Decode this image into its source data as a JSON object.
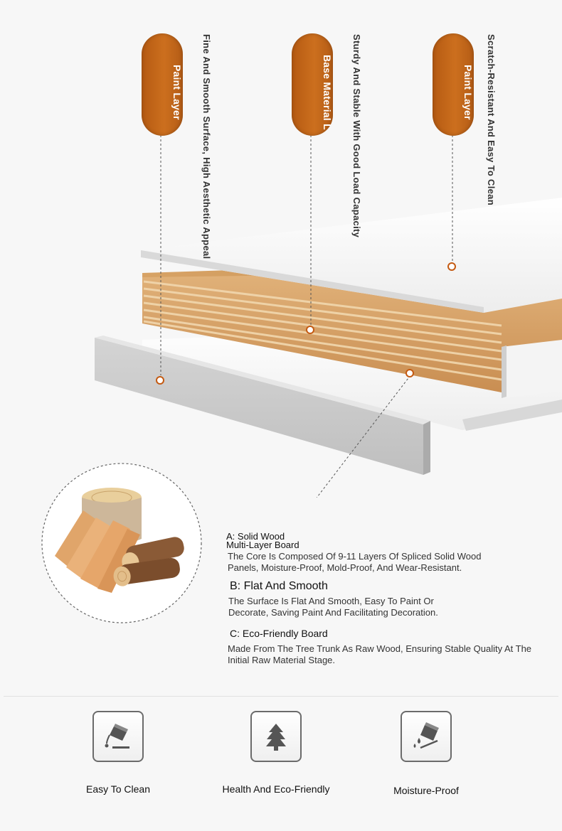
{
  "layers": [
    {
      "label": "Paint Layer",
      "description": "Fine And Smooth Surface, High Aesthetic Appeal"
    },
    {
      "label": "Base Material L",
      "description": "Sturdy And Stable With Good Load Capacity"
    },
    {
      "label": "Paint Layer",
      "description": "Scratch-Resistant And Easy To Clean"
    }
  ],
  "details": {
    "a_title_1": "A: Solid Wood",
    "a_title_2": "Multi-Layer Board",
    "a_body": "The Core Is Composed Of 9-11 Layers Of Spliced Solid Wood Panels, Moisture-Proof, Mold-Proof, And Wear-Resistant.",
    "b_title": "B: Flat And Smooth",
    "b_body": "The Surface Is Flat And Smooth, Easy To Paint Or Decorate, Saving Paint And Facilitating Decoration.",
    "c_title": "C: Eco-Friendly Board",
    "c_body": "Made From The Tree Trunk As Raw Wood, Ensuring Stable Quality At The Initial Raw Material Stage."
  },
  "features": [
    {
      "label": "Easy To Clean",
      "icon": "paint-bucket-icon"
    },
    {
      "label": "Health And Eco-Friendly",
      "icon": "tree-icon"
    },
    {
      "label": "Moisture-Proof",
      "icon": "water-drop-bucket-icon"
    }
  ],
  "colors": {
    "accent": "#c45a12",
    "pill": "#cc6f1e",
    "wood": "#d9a56d",
    "board": "#f2f2f2"
  }
}
